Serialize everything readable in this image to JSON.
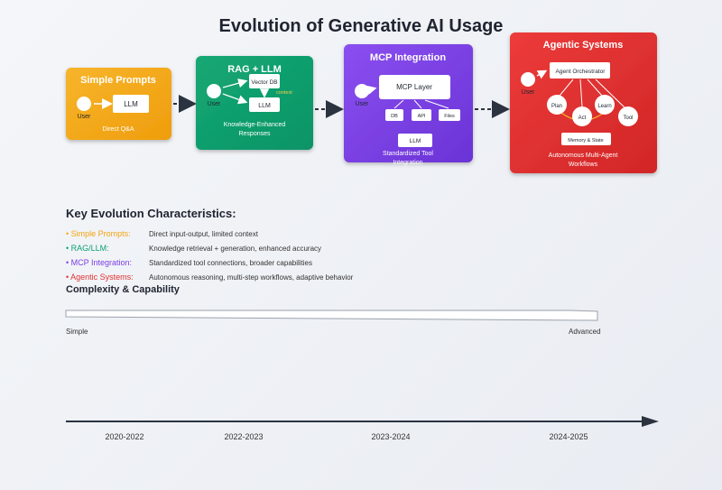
{
  "title": "Evolution of Generative AI Usage",
  "colors": {
    "simple": "#f2a511",
    "rag": "#0e9f6e",
    "mcp": "#7a3fe4",
    "agentic": "#e03131",
    "text_dark": "#1f2430"
  },
  "stages": {
    "simple": {
      "title": "Simple Prompts",
      "user": "User",
      "llm": "LLM",
      "caption": "Direct Q&A"
    },
    "rag": {
      "title": "RAG + LLM",
      "user": "User",
      "vectordb": "Vector DB",
      "llm": "LLM",
      "context": "context",
      "caption1": "Knowledge-Enhanced",
      "caption2": "Responses"
    },
    "mcp": {
      "title": "MCP Integration",
      "user": "User",
      "layer": "MCP Layer",
      "db": "DB",
      "api": "API",
      "files": "Files",
      "llm": "LLM",
      "caption1": "Standardized Tool",
      "caption2": "Integration"
    },
    "agentic": {
      "title": "Agentic Systems",
      "user": "User",
      "orchestrator": "Agent Orchestrator",
      "plan": "Plan",
      "act": "Act",
      "learn": "Learn",
      "tool": "Tool",
      "memory": "Memory & State",
      "caption1": "Autonomous Multi-Agent",
      "caption2": "Workflows"
    }
  },
  "legend": {
    "title": "Key Evolution Characteristics:",
    "items": [
      {
        "name": "• Simple Prompts:",
        "desc": "Direct input-output, limited context"
      },
      {
        "name": "• RAG/LLM:",
        "desc": "Knowledge retrieval + generation, enhanced accuracy"
      },
      {
        "name": "• MCP Integration:",
        "desc": "Standardized tool connections, broader capabilities"
      },
      {
        "name": "• Agentic Systems:",
        "desc": "Autonomous reasoning, multi-step workflows, adaptive behavior"
      }
    ]
  },
  "complexity": {
    "title": "Complexity & Capability",
    "low": "Simple",
    "high": "Advanced"
  },
  "timeline": [
    "2020-2022",
    "2022-2023",
    "2023-2024",
    "2024-2025"
  ]
}
